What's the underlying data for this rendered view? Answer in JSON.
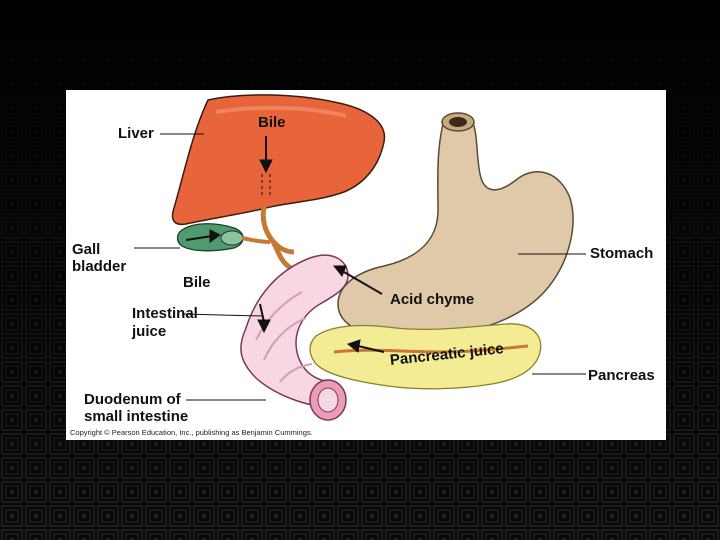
{
  "labels": {
    "liver": "Liver",
    "bile_top": "Bile",
    "gall_bladder_line1": "Gall",
    "gall_bladder_line2": "bladder",
    "bile_bottom": "Bile",
    "intestinal_juice_line1": "Intestinal",
    "intestinal_juice_line2": "juice",
    "duodenum_line1": "Duodenum of",
    "duodenum_line2": "small intestine",
    "stomach": "Stomach",
    "acid_chyme": "Acid chyme",
    "pancreatic_juice": "Pancreatic juice",
    "pancreas": "Pancreas"
  },
  "copyright": "Copyright © Pearson Education, Inc., publishing as Benjamin Cummings.",
  "colors": {
    "liver": "#e8643a",
    "stomach": "#dfc9a8",
    "pancreas": "#f3ec94",
    "duodenum": "#f6d7e3",
    "gall_bladder": "#4f9a6f",
    "bile_duct": "#c47a35",
    "background": "#000000"
  }
}
